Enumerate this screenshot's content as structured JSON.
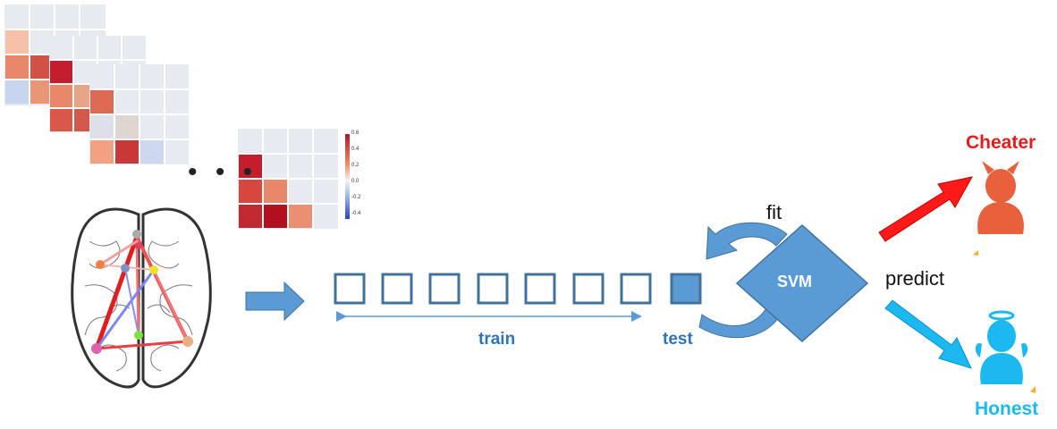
{
  "ellipsis": "• • •",
  "colorbar_ticks": [
    "0.6",
    "0.4",
    "0.2",
    "0.0",
    "-0.2",
    "-0.4"
  ],
  "labels": {
    "train": "train",
    "test": "test",
    "fit": "fit",
    "svm": "SVM",
    "predict": "predict",
    "cheater": "Cheater",
    "honest": "Honest"
  },
  "colors": {
    "flow_blue": "#5b9bd5",
    "label_blue": "#2e75b6",
    "cheater_red": "#e81c1c",
    "cheater_figure": "#e8603c",
    "honest_blue": "#1cb8f0",
    "box_border": "#41719c"
  },
  "icons": {
    "cheater": "devil-person-icon",
    "honest": "angel-person-icon"
  },
  "samples": {
    "train_count": 7,
    "test_count": 1
  }
}
